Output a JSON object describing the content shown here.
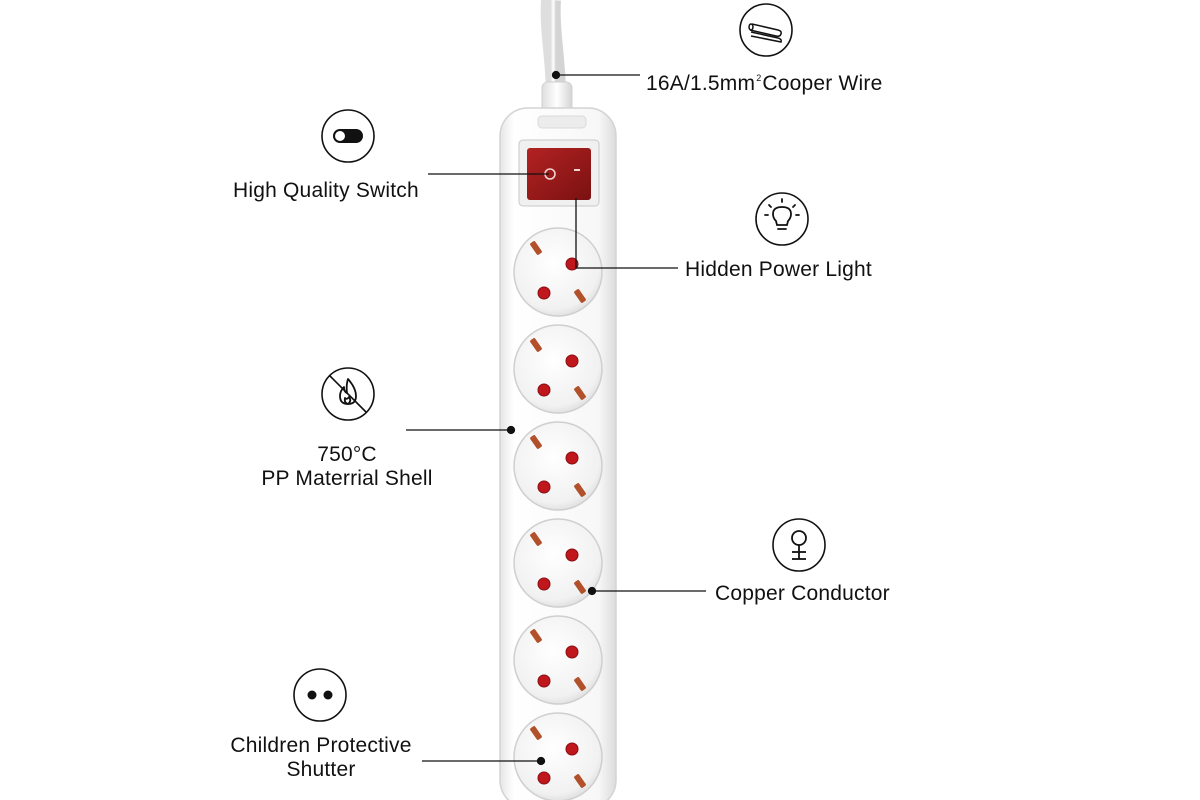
{
  "features": {
    "wire": {
      "text_a": "16A/1.5mm",
      "sup": "2",
      "text_b": "Cooper Wire",
      "icon": "wire-icon"
    },
    "switch": {
      "text": "High Quality Switch",
      "icon": "toggle-switch-icon"
    },
    "light": {
      "text": "Hidden Power Light",
      "icon": "lightbulb-icon"
    },
    "shell": {
      "line1": "750°C",
      "line2": "PP Materrial Shell",
      "icon": "no-fire-icon"
    },
    "conductor": {
      "text": "Copper Conductor",
      "icon": "copper-symbol-icon"
    },
    "shutter": {
      "line1": "Children Protective",
      "line2": "Shutter",
      "icon": "shutter-dots-icon"
    }
  },
  "product": {
    "outlets": 6,
    "colors": {
      "body": "#f6f6f6",
      "switch": "#9c1a1a",
      "pin_hole": "#c0171c",
      "earth_clip": "#b2502a",
      "leader_line": "#111111"
    }
  }
}
